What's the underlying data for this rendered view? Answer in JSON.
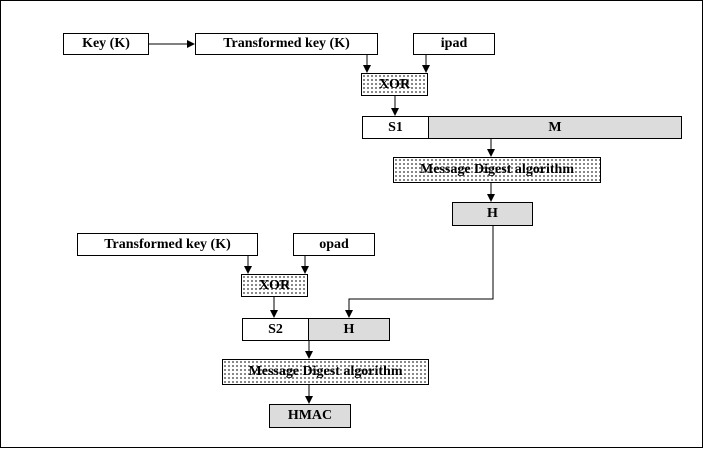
{
  "stage1": {
    "key": "Key (K)",
    "transformed_key": "Transformed key (K)",
    "ipad": "ipad",
    "xor": "XOR",
    "s1": "S1",
    "m": "M",
    "digest": "Message Digest algorithm",
    "h": "H"
  },
  "stage2": {
    "transformed_key": "Transformed key (K)",
    "opad": "opad",
    "xor": "XOR",
    "s2": "S2",
    "h": "H",
    "digest": "Message Digest algorithm",
    "hmac": "HMAC"
  },
  "colors": {
    "line": "#000000",
    "shaded_fill": "#dcdcdc",
    "plain_fill": "#ffffff"
  }
}
